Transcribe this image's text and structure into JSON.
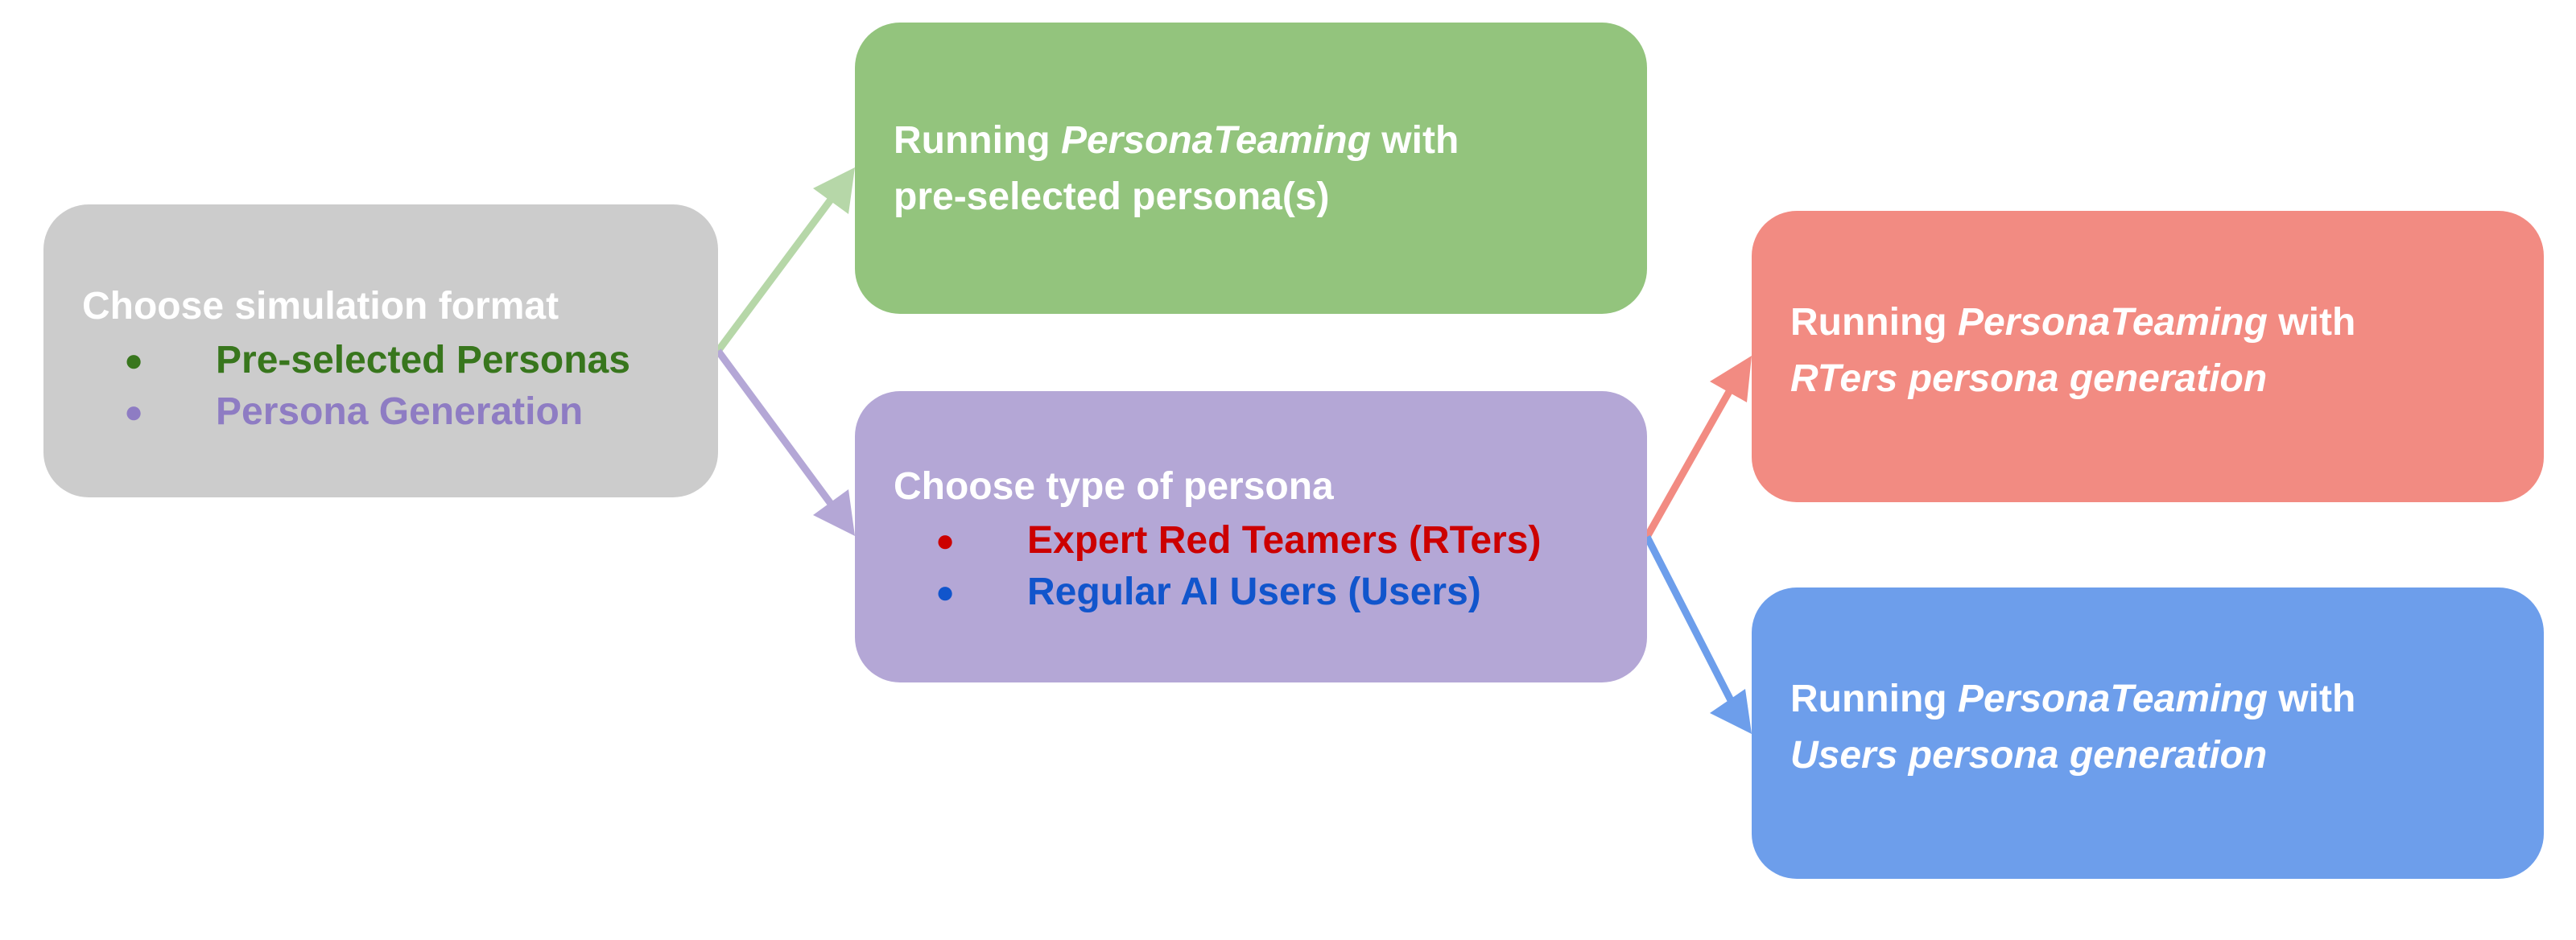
{
  "colors": {
    "format_box": "#cccccc",
    "preselected_box": "#93c47d",
    "type_box": "#b4a7d6",
    "rters_box": "#f28b82",
    "users_box": "#6d9eeb",
    "green_text": "#38761d",
    "purple_text": "#8e7cc3",
    "red_text": "#cc0000",
    "blue_text": "#1155cc",
    "green_arrow": "#b6d7a8",
    "purple_arrow": "#b4a7d6",
    "red_arrow": "#f28b82",
    "blue_arrow": "#6d9eeb"
  },
  "format_box": {
    "title": "Choose simulation format",
    "options": [
      {
        "bullet": "●",
        "label": "Pre-selected Personas"
      },
      {
        "bullet": "●",
        "label": "Persona Generation"
      }
    ]
  },
  "preselected_box": {
    "line1_prefix": "Running ",
    "line1_italic": "PersonaTeaming",
    "line1_suffix": " with",
    "line2": "pre-selected persona(s)"
  },
  "type_box": {
    "title": "Choose type of persona",
    "options": [
      {
        "bullet": "●",
        "label": "Expert Red Teamers (RTers)"
      },
      {
        "bullet": "●",
        "label": "Regular AI Users (Users)"
      }
    ]
  },
  "rters_box": {
    "line1_prefix": "Running ",
    "line1_italic": "PersonaTeaming",
    "line1_suffix": " with",
    "line2": "RTers persona generation"
  },
  "users_box": {
    "line1_prefix": "Running ",
    "line1_italic": "PersonaTeaming",
    "line1_suffix": " with",
    "line2": "Users persona generation"
  }
}
